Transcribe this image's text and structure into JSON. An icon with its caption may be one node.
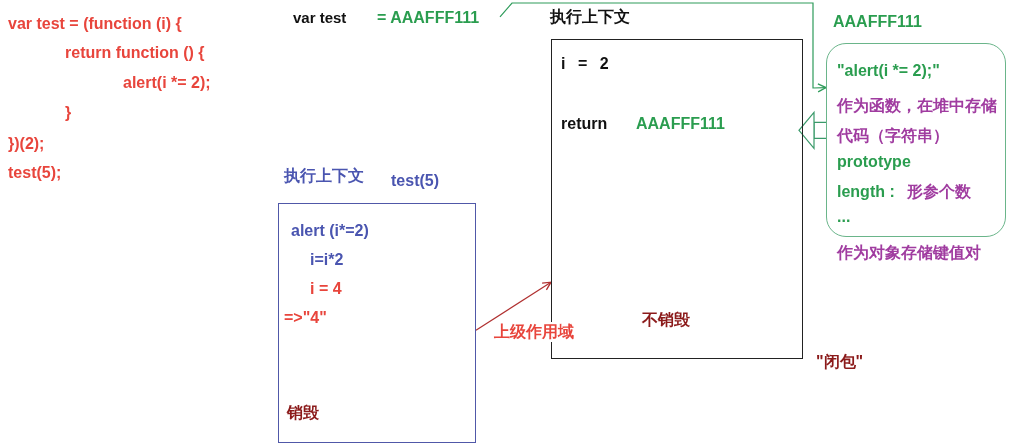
{
  "diagram": {
    "nodes": [
      {
        "text": [
          "var test",
          "= AAAFFF111"
        ]
      },
      {
        "text": [
          "执行上下文",
          "i = 2",
          "return",
          "AAAFFF111",
          "不销毁"
        ]
      },
      {
        "text": [
          "AAAFFF111",
          "\"alert(i *= 2);\"",
          "作为函数，在堆中存储代码（字符串）",
          "prototype",
          "length :",
          "形参个数",
          "..."
        ],
        "beside": [
          "作为对象存储键值对"
        ]
      },
      {
        "text": [
          "执行上下文",
          "test(5)",
          "alert (i*=2)",
          "i=i*2",
          "i = 4",
          "=>\"4\"",
          "销毁"
        ]
      }
    ],
    "edges": [
      {
        "from": 0,
        "to": 2,
        "arrow": "to",
        "color": "#2e9b5a"
      },
      {
        "from": 3,
        "to": 1,
        "arrow": "to",
        "label": "上级作用域",
        "color": "#b03030"
      },
      {
        "from": 2,
        "to": 1,
        "arrow": "to",
        "color": "#3a9a6a"
      }
    ],
    "labels": [
      "var test = (function (i) {",
      "return function () {",
      "alert(i *= 2);",
      "}",
      "})(2);",
      "test(5);",
      "\"闭包\""
    ]
  }
}
